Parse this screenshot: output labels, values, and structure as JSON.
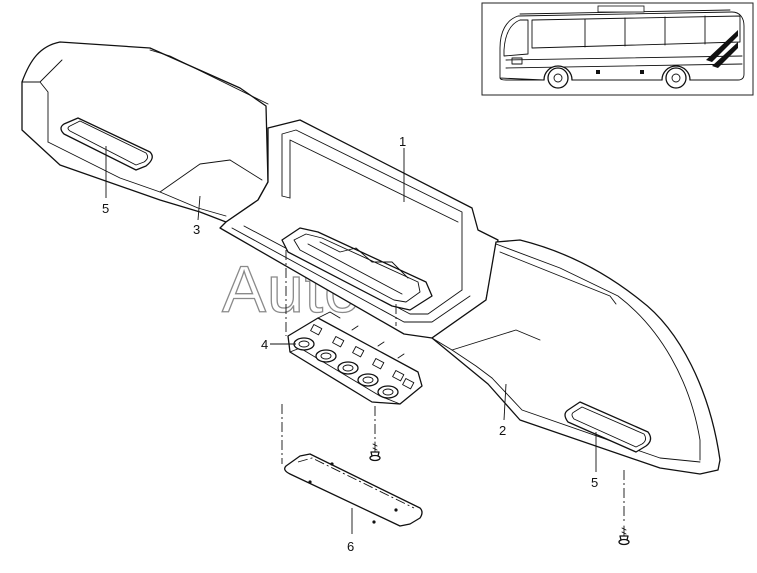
{
  "watermark": "AutoSoft",
  "callouts": {
    "c1": "1",
    "c2": "2",
    "c3": "3",
    "c4": "4",
    "c5_left": "5",
    "c5_right": "5",
    "c6": "6"
  }
}
